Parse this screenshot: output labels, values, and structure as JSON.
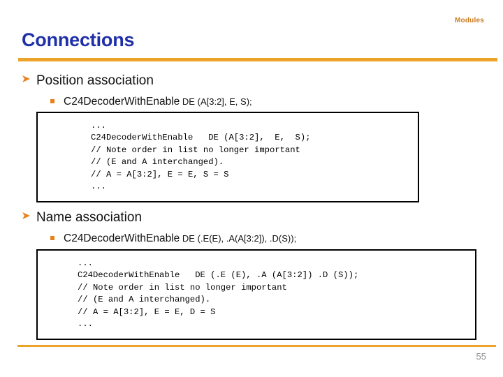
{
  "header": {
    "section_label": "Modules",
    "title": "Connections",
    "accent_color": "#eda32a",
    "title_color": "#1f2fa8",
    "label_color": "#cc7a1f"
  },
  "sections": [
    {
      "id": "position",
      "bullet_marker": "chevron-arrow",
      "heading": "Position association",
      "subbullet": {
        "marker": "square",
        "module_name": "C24DecoderWithEnable",
        "instance": "DE",
        "ports": "(A[3:2], E, S);"
      },
      "code": "...\nC24DecoderWithEnable   DE (A[3:2],  E,  S);\n// Note order in list no longer important\n// (E and A interchanged).\n// A = A[3:2], E = E, S = S\n..."
    },
    {
      "id": "name",
      "bullet_marker": "chevron-arrow",
      "heading": "Name association",
      "subbullet": {
        "marker": "square",
        "module_name": "C24DecoderWithEnable",
        "instance": "DE",
        "ports": "(.E(E), .A(A[3:2]), .D(S));"
      },
      "code": "...\nC24DecoderWithEnable   DE (.E (E), .A (A[3:2]) .D (S));\n// Note order in list no longer important\n// (E and A interchanged).\n// A = A[3:2], E = E, D = S\n..."
    }
  ],
  "footer": {
    "page_number": "55"
  }
}
